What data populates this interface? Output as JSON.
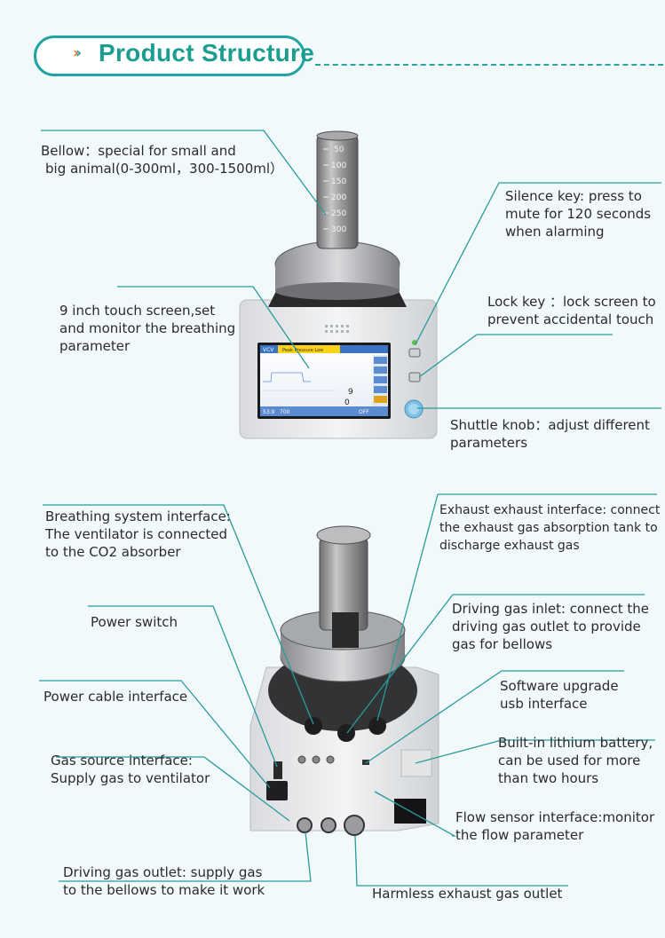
{
  "header": {
    "title": "Product Structure"
  },
  "top_callouts": {
    "bellow": [
      "Bellow：special for small and",
      "big animal(0-300ml，300-1500ml）"
    ],
    "screen": [
      "9 inch touch screen,set",
      "and monitor the breathing",
      "parameter"
    ],
    "silence": [
      "Silence key: press to",
      "mute for 120 seconds",
      "when alarming"
    ],
    "lock": [
      "Lock key  ：lock screen to",
      "prevent accidental touch"
    ],
    "shuttle": [
      "Shuttle knob：adjust different",
      "parameters"
    ]
  },
  "bottom_callouts": {
    "breathing": [
      "Breathing system interface:",
      "The ventilator is connected",
      "to the CO2 absorber"
    ],
    "power_switch": [
      "Power switch"
    ],
    "power_cable": [
      "Power cable interface"
    ],
    "gas_source": [
      "Gas source interface:",
      "Supply gas to ventilator"
    ],
    "driving_outlet": [
      "Driving gas outlet: supply gas",
      "to the bellows to make it work"
    ],
    "exhaust": [
      "Exhaust exhaust interface: connect",
      "the exhaust gas absorption tank to",
      "discharge exhaust gas"
    ],
    "driving_inlet": [
      "Driving gas inlet: connect the",
      "driving gas outlet to provide",
      "gas for bellows"
    ],
    "software": [
      "Software upgrade",
      "usb interface"
    ],
    "battery": [
      "Built-in lithium battery,",
      "can be used  for more",
      "than two hours"
    ],
    "flow_sensor": [
      "Flow sensor interface:monitor",
      "the flow parameter"
    ],
    "harmless": [
      "Harmless exhaust gas outlet"
    ]
  },
  "device_top": {
    "bellow_scale": [
      "50",
      "100",
      "150",
      "200",
      "250",
      "300"
    ],
    "screen_mode": "VCV",
    "screen_alarm": "Peak Pressure Low",
    "screen_values": [
      "9",
      "0"
    ],
    "screen_bottom": [
      "53.9",
      "700",
      "OFF"
    ]
  }
}
